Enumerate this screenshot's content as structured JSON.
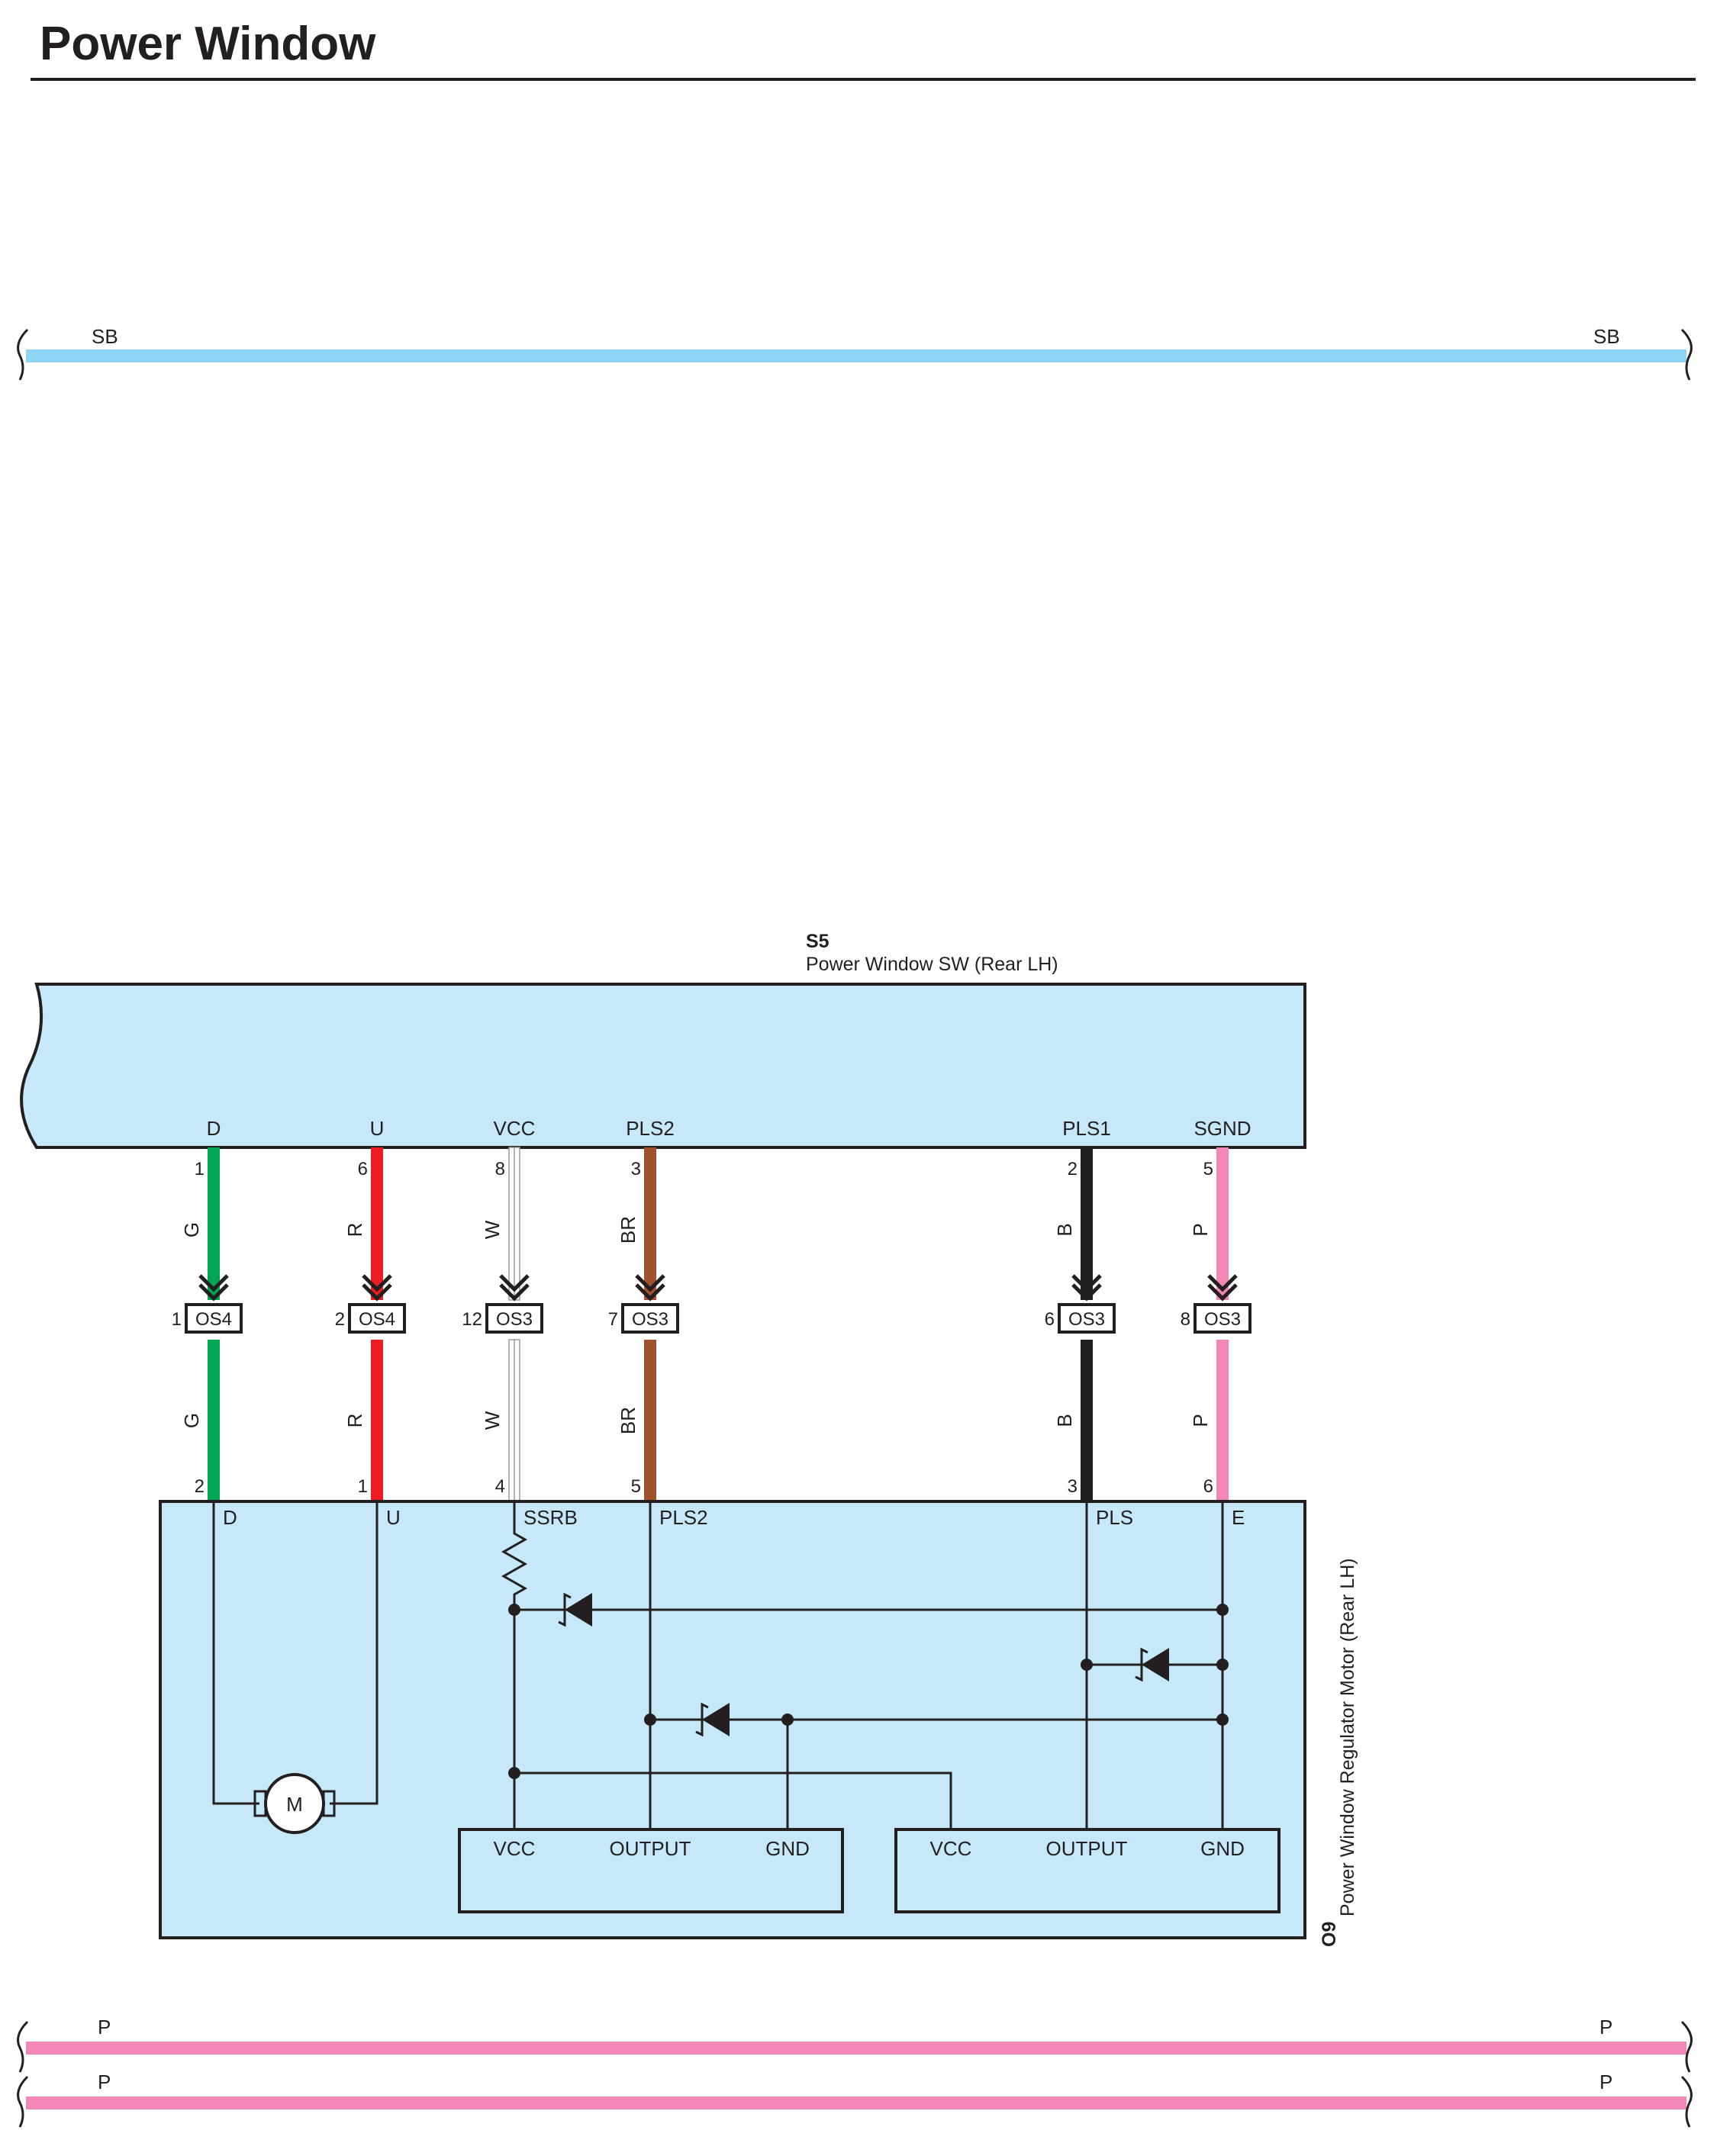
{
  "title": "Power Window",
  "colors": {
    "G": "#00a651",
    "R": "#ed1c24",
    "W": "#ffffff",
    "BR": "#a0522d",
    "B": "#231f20",
    "P": "#f287b7",
    "SB": "#8fd3f5",
    "component_fill": "#c6e8f9",
    "line": "#231f20"
  },
  "bus_lines": [
    {
      "name": "bus-sb",
      "label_left": "SB",
      "label_right": "SB",
      "color": "SB"
    },
    {
      "name": "bus-p-1",
      "label_left": "P",
      "label_right": "P",
      "color": "P"
    },
    {
      "name": "bus-p-2",
      "label_left": "P",
      "label_right": "P",
      "color": "P"
    }
  ],
  "switch": {
    "code": "S5",
    "name": "Power Window SW (Rear LH)",
    "terminals": [
      "D",
      "U",
      "VCC",
      "PLS2",
      "PLS1",
      "SGND"
    ]
  },
  "motor": {
    "code": "O9",
    "name": "Power Window Regulator Motor (Rear LH)",
    "terminals": [
      "D",
      "U",
      "SSRB",
      "PLS2",
      "PLS",
      "E"
    ],
    "motor_symbol": "M",
    "sensors": [
      {
        "pins": [
          "VCC",
          "OUTPUT",
          "GND"
        ]
      },
      {
        "pins": [
          "VCC",
          "OUTPUT",
          "GND"
        ]
      }
    ]
  },
  "wires": [
    {
      "sw_term": "D",
      "sw_pin": "1",
      "color": "G",
      "conn_pin": "1",
      "conn": "OS4",
      "motor_pin": "2",
      "motor_term": "D"
    },
    {
      "sw_term": "U",
      "sw_pin": "6",
      "color": "R",
      "conn_pin": "2",
      "conn": "OS4",
      "motor_pin": "1",
      "motor_term": "U"
    },
    {
      "sw_term": "VCC",
      "sw_pin": "8",
      "color": "W",
      "conn_pin": "12",
      "conn": "OS3",
      "motor_pin": "4",
      "motor_term": "SSRB"
    },
    {
      "sw_term": "PLS2",
      "sw_pin": "3",
      "color": "BR",
      "conn_pin": "7",
      "conn": "OS3",
      "motor_pin": "5",
      "motor_term": "PLS2"
    },
    {
      "sw_term": "PLS1",
      "sw_pin": "2",
      "color": "B",
      "conn_pin": "6",
      "conn": "OS3",
      "motor_pin": "3",
      "motor_term": "PLS"
    },
    {
      "sw_term": "SGND",
      "sw_pin": "5",
      "color": "P",
      "conn_pin": "8",
      "conn": "OS3",
      "motor_pin": "6",
      "motor_term": "E"
    }
  ]
}
